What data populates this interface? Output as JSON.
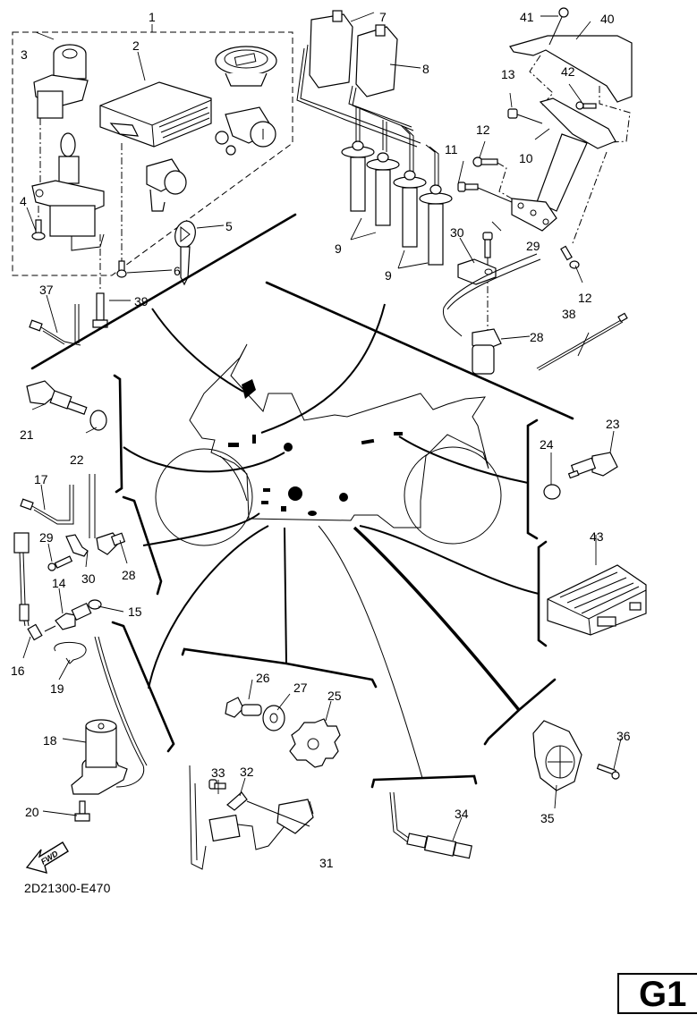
{
  "document": {
    "code": "2D21300-E470",
    "page_badge": "G1",
    "direction_arrow_label": "FWD"
  },
  "callouts": [
    {
      "id": "1",
      "label": "1"
    },
    {
      "id": "2",
      "label": "2"
    },
    {
      "id": "3",
      "label": "3"
    },
    {
      "id": "4",
      "label": "4"
    },
    {
      "id": "5",
      "label": "5"
    },
    {
      "id": "6",
      "label": "6"
    },
    {
      "id": "7",
      "label": "7"
    },
    {
      "id": "8",
      "label": "8"
    },
    {
      "id": "9a",
      "label": "9"
    },
    {
      "id": "9b",
      "label": "9"
    },
    {
      "id": "10",
      "label": "10"
    },
    {
      "id": "11",
      "label": "11"
    },
    {
      "id": "12a",
      "label": "12"
    },
    {
      "id": "12b",
      "label": "12"
    },
    {
      "id": "13",
      "label": "13"
    },
    {
      "id": "14",
      "label": "14"
    },
    {
      "id": "15",
      "label": "15"
    },
    {
      "id": "16",
      "label": "16"
    },
    {
      "id": "17",
      "label": "17"
    },
    {
      "id": "18",
      "label": "18"
    },
    {
      "id": "19",
      "label": "19"
    },
    {
      "id": "20",
      "label": "20"
    },
    {
      "id": "21",
      "label": "21"
    },
    {
      "id": "22",
      "label": "22"
    },
    {
      "id": "23",
      "label": "23"
    },
    {
      "id": "24",
      "label": "24"
    },
    {
      "id": "25",
      "label": "25"
    },
    {
      "id": "26",
      "label": "26"
    },
    {
      "id": "27",
      "label": "27"
    },
    {
      "id": "28a",
      "label": "28"
    },
    {
      "id": "28b",
      "label": "28"
    },
    {
      "id": "29a",
      "label": "29"
    },
    {
      "id": "29b",
      "label": "29"
    },
    {
      "id": "30a",
      "label": "30"
    },
    {
      "id": "30b",
      "label": "30"
    },
    {
      "id": "31",
      "label": "31"
    },
    {
      "id": "32",
      "label": "32"
    },
    {
      "id": "33",
      "label": "33"
    },
    {
      "id": "34",
      "label": "34"
    },
    {
      "id": "35",
      "label": "35"
    },
    {
      "id": "36",
      "label": "36"
    },
    {
      "id": "37",
      "label": "37"
    },
    {
      "id": "38",
      "label": "38"
    },
    {
      "id": "39",
      "label": "39"
    },
    {
      "id": "40",
      "label": "40"
    },
    {
      "id": "41",
      "label": "41"
    },
    {
      "id": "42",
      "label": "42"
    },
    {
      "id": "43",
      "label": "43"
    }
  ]
}
